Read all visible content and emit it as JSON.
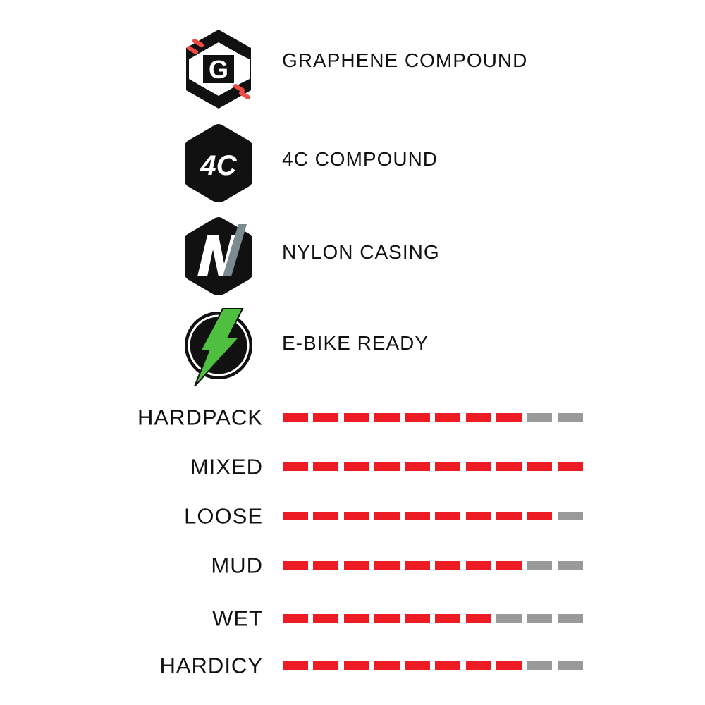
{
  "features": [
    {
      "label": "GRAPHENE COMPOUND",
      "icon": "graphene-g-icon"
    },
    {
      "label": "4C COMPOUND",
      "icon": "4c-hex-icon",
      "icon_text": "4C"
    },
    {
      "label": "NYLON CASING",
      "icon": "nylon-n-icon"
    },
    {
      "label": "E-BIKE READY",
      "icon": "lightning-bolt-icon"
    }
  ],
  "ratings_max": 10,
  "colors": {
    "filled": "#ed1c24",
    "empty": "#999999",
    "accent_stripe": "#f04a45",
    "bolt": "#4fbf3f",
    "nylon_slash": "#7b8a8e"
  },
  "ratings": [
    {
      "label": "HARDPACK",
      "value": 8
    },
    {
      "label": "MIXED",
      "value": 10
    },
    {
      "label": "LOOSE",
      "value": 9
    },
    {
      "label": "MUD",
      "value": 8
    },
    {
      "label": "WET",
      "value": 7
    },
    {
      "label": "HARDICY",
      "value": 8
    }
  ]
}
